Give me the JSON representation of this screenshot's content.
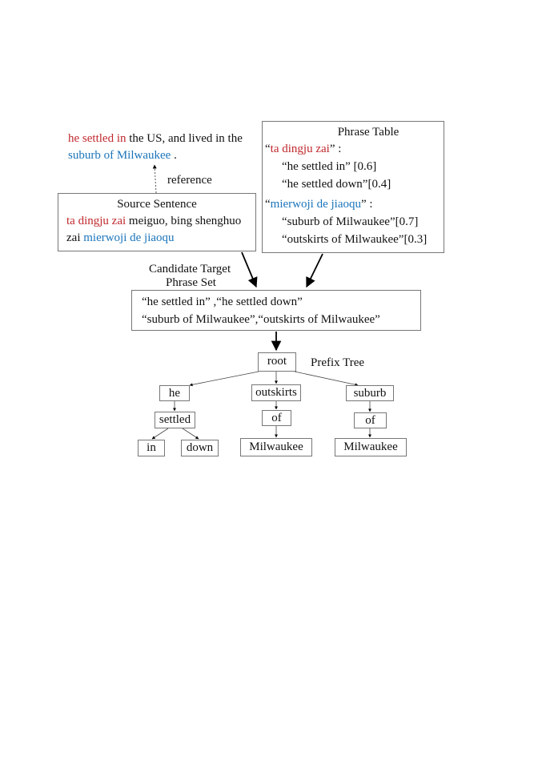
{
  "colors": {
    "highlight_red": "#c0282d",
    "highlight_blue": "#1b75bb",
    "box_border": "#777777"
  },
  "reference": {
    "red_part": "he settled in",
    "line1_rest": " the US, and lived in the",
    "blue_part": "suburb of Milwaukee",
    "line2_rest": " .",
    "arrow_label": "reference"
  },
  "source_sentence": {
    "title": "Source Sentence",
    "line1_red": "ta dingju zai",
    "line1_rest": " meiguo, bing shenghuo",
    "line2_prefix": "zai ",
    "line2_blue": "mierwoji de jiaoqu"
  },
  "phrase_table": {
    "title": "Phrase Table",
    "entry1_open": "“",
    "entry1_source": "ta dingju zai",
    "entry1_close": "” :",
    "entry1_t1": "“he settled in”  [0.6]",
    "entry1_t2": "“he settled down”[0.4]",
    "entry2_open": "“",
    "entry2_source": "mierwoji de jiaoqu",
    "entry2_close": "” :",
    "entry2_t1": "“suburb of Milwaukee”[0.7]",
    "entry2_t2": "“outskirts of Milwaukee”[0.3]"
  },
  "candidate_set": {
    "label_line1": "Candidate Target",
    "label_line2": "Phrase Set",
    "line1": "“he settled in” ,“he settled down”",
    "line2": "“suburb of Milwaukee”,“outskirts of Milwaukee”"
  },
  "prefix_tree": {
    "label": "Prefix Tree",
    "root": "root",
    "he": "he",
    "settled": "settled",
    "in": "in",
    "down": "down",
    "outskirts": "outskirts",
    "of_1": "of",
    "milwaukee_1": "Milwaukee",
    "suburb": "suburb",
    "of_2": "of",
    "milwaukee_2": "Milwaukee"
  }
}
